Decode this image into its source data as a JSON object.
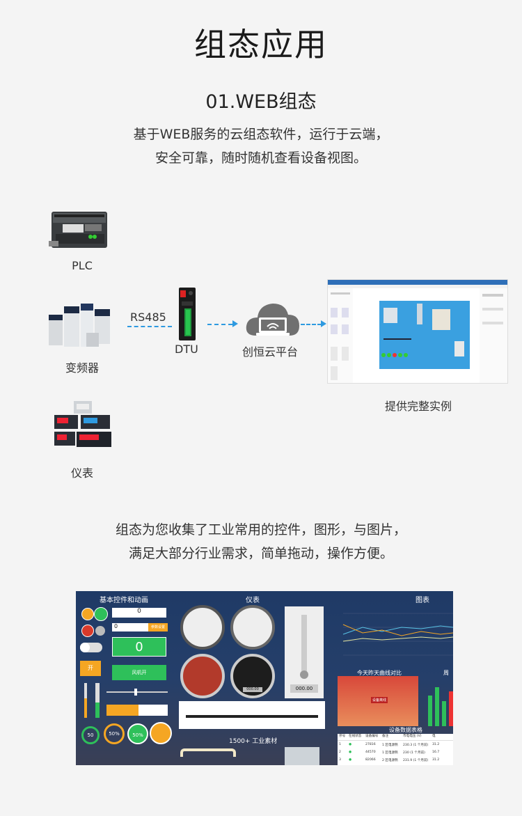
{
  "page": {
    "title": "组态应用",
    "subtitle": "01.WEB组态",
    "desc1_line1": "基于WEB服务的云组态软件，运行于云端，",
    "desc1_line2": "安全可靠，随时随机查看设备视图。",
    "desc2_line1": "组态为您收集了工业常用的控件，图形，与图片，",
    "desc2_line2": "满足大部分行业需求，简单拖动，操作方便。"
  },
  "diagram": {
    "devices": [
      {
        "label": "PLC",
        "icon": "plc-icon"
      },
      {
        "label": "变频器",
        "icon": "inverter-icon"
      },
      {
        "label": "仪表",
        "icon": "meter-icon"
      }
    ],
    "rs485_label": "RS485",
    "dtu_label": "DTU",
    "cloud_label": "创恒云平台",
    "example_label": "提供完整实例"
  },
  "dashboard": {
    "section_controls": "基本控件和动画",
    "section_gauges": "仪表",
    "section_chart": "图表",
    "chart2_title": "今天昨天曲线对比",
    "chart3_title": "周",
    "table_title": "设备数据表格",
    "materials": "1500+ 工业素材",
    "input_value": "0",
    "big_value": "0",
    "btn_on": "开",
    "btn_fan": "风机开",
    "btn_small": "参数设置",
    "pct1": "50",
    "pct2": "50%",
    "pct3": "50%",
    "thermo_value": "000.00",
    "gauge_value": "000.00",
    "table_headers": [
      "序号",
      "在线状态",
      "设备编号",
      "备注",
      "市电电压 (V)",
      "电"
    ],
    "table_rows": [
      [
        "1",
        "●",
        "27816",
        "1 区电源熟",
        "230.3 (1 个月前)",
        "31.2"
      ],
      [
        "2",
        "●",
        "44570",
        "1 区电源熟",
        "230 (1 个月前)",
        "16.7"
      ],
      [
        "3",
        "●",
        "82066",
        "2 区电源熟",
        "231.9 (1 个月前)",
        "31.2"
      ]
    ],
    "bar_label": "设备离线"
  },
  "colors": {
    "accent_blue": "#2e9ae0",
    "dash_bg": "#1f3a66",
    "green": "#2ec05a",
    "orange": "#f5a623",
    "red": "#d93a2b"
  }
}
